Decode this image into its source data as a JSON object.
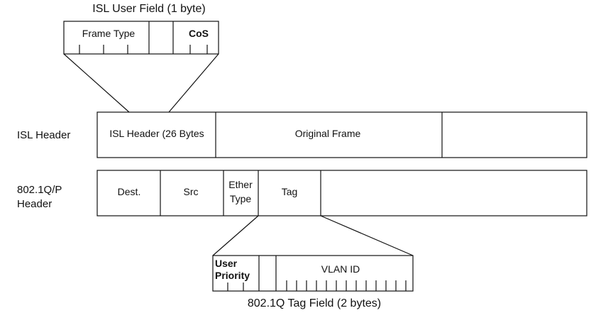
{
  "diagram": {
    "isl_user_field": {
      "title": "ISL User Field (1 byte)",
      "frame_type": "Frame Type",
      "cos": "CoS"
    },
    "isl_header": {
      "side_label": "ISL Header",
      "header_cell": "ISL Header (26 Bytes",
      "original_frame": "Original Frame"
    },
    "dot1q_header": {
      "side_label_line1": "802.1Q/P",
      "side_label_line2": "Header",
      "dest": "Dest.",
      "src": "Src",
      "ether_line1": "Ether",
      "ether_line2": "Type",
      "tag": "Tag"
    },
    "tag_field": {
      "user_line1": "User",
      "user_line2": "Priority",
      "vlan_id": "VLAN ID",
      "caption": "802.1Q Tag Field (2 bytes)"
    }
  }
}
